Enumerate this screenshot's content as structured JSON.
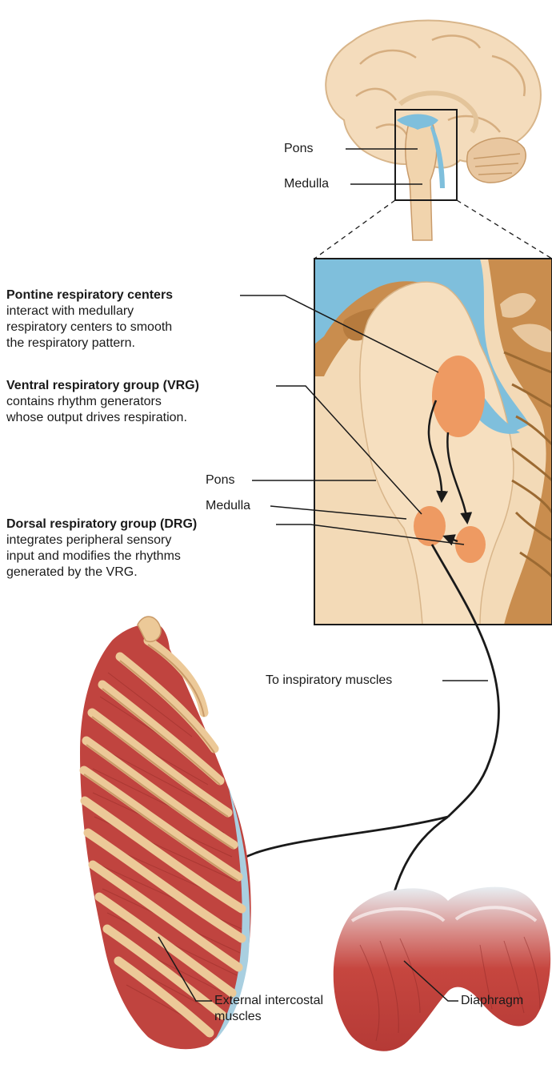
{
  "labels": {
    "top_pons": "Pons",
    "top_medulla": "Medulla",
    "mid_pons": "Pons",
    "mid_medulla": "Medulla",
    "to_inspiratory": "To inspiratory muscles",
    "external_intercostal_line1": "External intercostal",
    "external_intercostal_line2": "muscles",
    "diaphragm": "Diaphragm"
  },
  "callouts": {
    "pontine": {
      "title": "Pontine respiratory centers",
      "lines": [
        "interact with medullary",
        "respiratory centers to smooth",
        "the respiratory pattern."
      ]
    },
    "vrg": {
      "title": "Ventral respiratory group (VRG)",
      "lines": [
        "contains rhythm generators",
        "whose output drives respiration."
      ]
    },
    "drg": {
      "title": "Dorsal respiratory group (DRG)",
      "lines": [
        "integrates peripheral sensory",
        "input and modifies the rhythms",
        "generated by the VRG."
      ]
    }
  },
  "colors": {
    "brain_tissue": "#f2d6b0",
    "brain_dark": "#c98d4e",
    "csf_blue": "#7fbfdc",
    "center_orange": "#ee9a62",
    "muscle_red": "#c0443f",
    "rib_bone": "#ecc998",
    "line": "#1a1a1a"
  }
}
